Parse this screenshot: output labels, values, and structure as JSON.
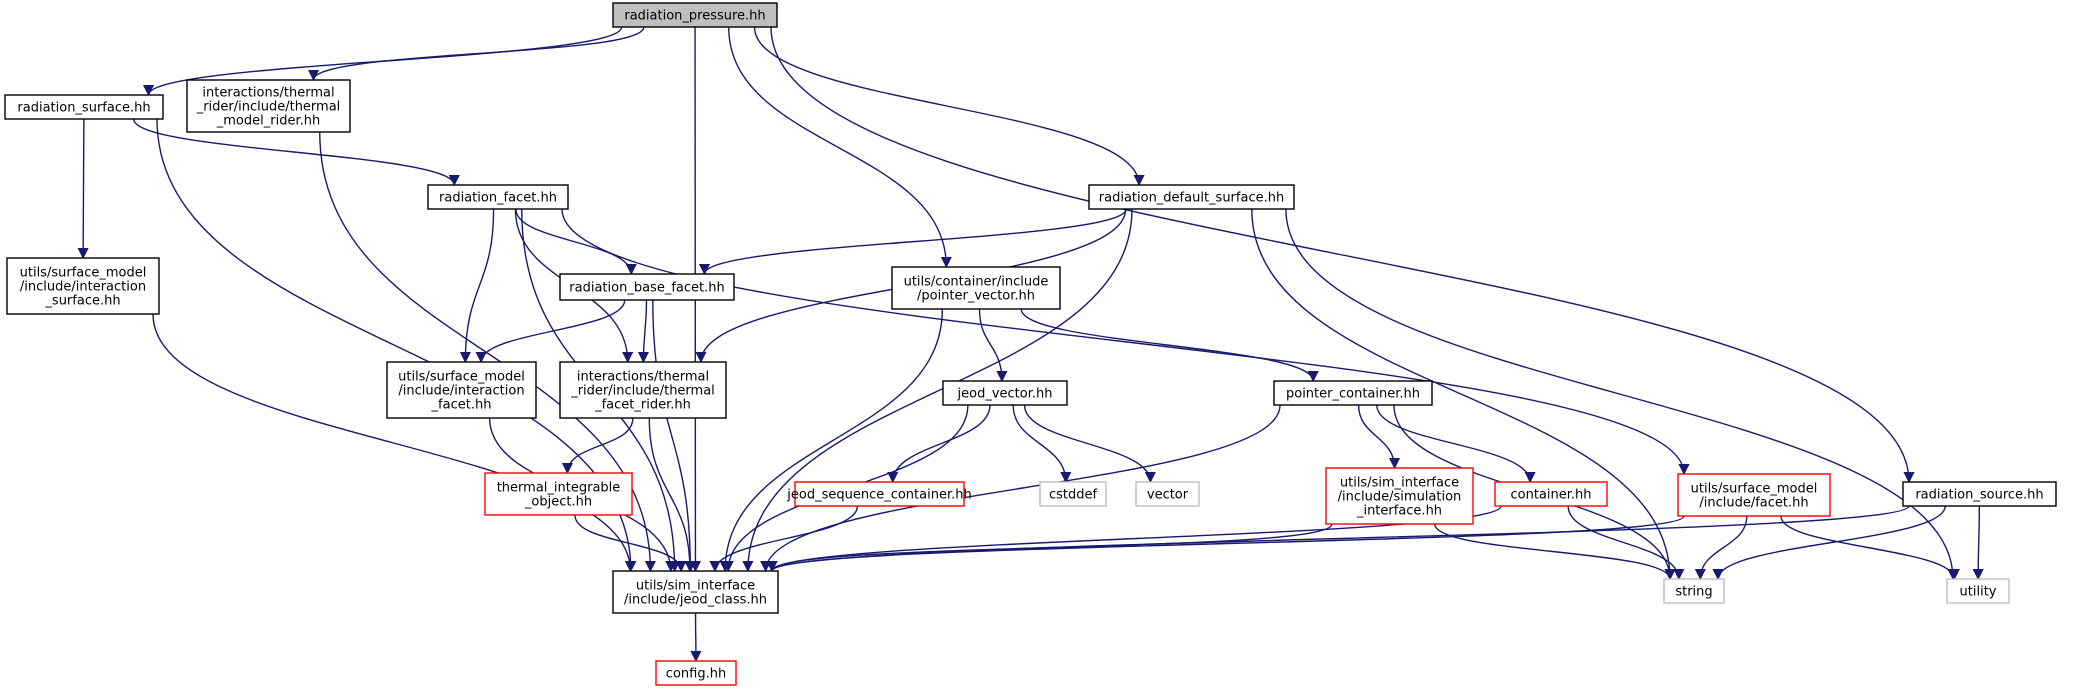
{
  "graph": {
    "kind": "include-dependency-graph",
    "nodes": [
      {
        "id": "radiation_pressure",
        "label": [
          "radiation_pressure.hh"
        ],
        "style": "root"
      },
      {
        "id": "radiation_surface",
        "label": [
          "radiation_surface.hh"
        ],
        "style": "normal"
      },
      {
        "id": "thermal_model_rider",
        "label": [
          "interactions/thermal",
          "_rider/include/thermal",
          "_model_rider.hh"
        ],
        "style": "normal"
      },
      {
        "id": "radiation_facet",
        "label": [
          "radiation_facet.hh"
        ],
        "style": "normal"
      },
      {
        "id": "radiation_default_surface",
        "label": [
          "radiation_default_surface.hh"
        ],
        "style": "normal"
      },
      {
        "id": "interaction_surface",
        "label": [
          "utils/surface_model",
          "/include/interaction",
          "_surface.hh"
        ],
        "style": "normal"
      },
      {
        "id": "radiation_base_facet",
        "label": [
          "radiation_base_facet.hh"
        ],
        "style": "normal"
      },
      {
        "id": "pointer_vector",
        "label": [
          "utils/container/include",
          "/pointer_vector.hh"
        ],
        "style": "normal"
      },
      {
        "id": "interaction_facet",
        "label": [
          "utils/surface_model",
          "/include/interaction",
          "_facet.hh"
        ],
        "style": "normal"
      },
      {
        "id": "thermal_facet_rider",
        "label": [
          "interactions/thermal",
          "_rider/include/thermal",
          "_facet_rider.hh"
        ],
        "style": "normal"
      },
      {
        "id": "jeod_vector",
        "label": [
          "jeod_vector.hh"
        ],
        "style": "normal"
      },
      {
        "id": "pointer_container",
        "label": [
          "pointer_container.hh"
        ],
        "style": "normal"
      },
      {
        "id": "thermal_integrable_object",
        "label": [
          "thermal_integrable",
          "_object.hh"
        ],
        "style": "red"
      },
      {
        "id": "jeod_sequence_container",
        "label": [
          "jeod_sequence_container.hh"
        ],
        "style": "red"
      },
      {
        "id": "cstddef",
        "label": [
          "cstddef"
        ],
        "style": "gray"
      },
      {
        "id": "vector",
        "label": [
          "vector"
        ],
        "style": "gray"
      },
      {
        "id": "simulation_interface",
        "label": [
          "utils/sim_interface",
          "/include/simulation",
          "_interface.hh"
        ],
        "style": "red"
      },
      {
        "id": "container",
        "label": [
          "container.hh"
        ],
        "style": "red"
      },
      {
        "id": "facet",
        "label": [
          "utils/surface_model",
          "/include/facet.hh"
        ],
        "style": "red"
      },
      {
        "id": "radiation_source",
        "label": [
          "radiation_source.hh"
        ],
        "style": "normal"
      },
      {
        "id": "jeod_class",
        "label": [
          "utils/sim_interface",
          "/include/jeod_class.hh"
        ],
        "style": "normal"
      },
      {
        "id": "string",
        "label": [
          "string"
        ],
        "style": "gray"
      },
      {
        "id": "utility",
        "label": [
          "utility"
        ],
        "style": "gray"
      },
      {
        "id": "config",
        "label": [
          "config.hh"
        ],
        "style": "red"
      }
    ],
    "edges": [
      [
        "radiation_pressure",
        "radiation_surface"
      ],
      [
        "radiation_pressure",
        "thermal_model_rider"
      ],
      [
        "radiation_pressure",
        "jeod_class"
      ],
      [
        "radiation_pressure",
        "pointer_vector"
      ],
      [
        "radiation_pressure",
        "radiation_default_surface"
      ],
      [
        "radiation_pressure",
        "radiation_source"
      ],
      [
        "radiation_surface",
        "interaction_surface"
      ],
      [
        "radiation_surface",
        "radiation_facet"
      ],
      [
        "radiation_surface",
        "jeod_class"
      ],
      [
        "thermal_model_rider",
        "jeod_class"
      ],
      [
        "interaction_surface",
        "jeod_class"
      ],
      [
        "radiation_facet",
        "radiation_base_facet"
      ],
      [
        "radiation_facet",
        "interaction_facet"
      ],
      [
        "radiation_facet",
        "thermal_facet_rider"
      ],
      [
        "radiation_facet",
        "jeod_class"
      ],
      [
        "radiation_facet",
        "facet"
      ],
      [
        "radiation_default_surface",
        "radiation_base_facet"
      ],
      [
        "radiation_default_surface",
        "thermal_facet_rider"
      ],
      [
        "radiation_default_surface",
        "jeod_class"
      ],
      [
        "radiation_default_surface",
        "string"
      ],
      [
        "radiation_default_surface",
        "utility"
      ],
      [
        "radiation_base_facet",
        "interaction_facet"
      ],
      [
        "radiation_base_facet",
        "thermal_facet_rider"
      ],
      [
        "radiation_base_facet",
        "jeod_class"
      ],
      [
        "interaction_facet",
        "jeod_class"
      ],
      [
        "thermal_facet_rider",
        "thermal_integrable_object"
      ],
      [
        "thermal_facet_rider",
        "jeod_class"
      ],
      [
        "thermal_integrable_object",
        "jeod_class"
      ],
      [
        "pointer_vector",
        "jeod_vector"
      ],
      [
        "pointer_vector",
        "pointer_container"
      ],
      [
        "pointer_vector",
        "jeod_class"
      ],
      [
        "jeod_vector",
        "jeod_sequence_container"
      ],
      [
        "jeod_vector",
        "cstddef"
      ],
      [
        "jeod_vector",
        "vector"
      ],
      [
        "jeod_vector",
        "jeod_class"
      ],
      [
        "jeod_sequence_container",
        "jeod_class"
      ],
      [
        "pointer_container",
        "simulation_interface"
      ],
      [
        "pointer_container",
        "container"
      ],
      [
        "pointer_container",
        "string"
      ],
      [
        "pointer_container",
        "jeod_class"
      ],
      [
        "simulation_interface",
        "jeod_class"
      ],
      [
        "simulation_interface",
        "string"
      ],
      [
        "container",
        "jeod_class"
      ],
      [
        "container",
        "string"
      ],
      [
        "facet",
        "jeod_class"
      ],
      [
        "facet",
        "string"
      ],
      [
        "facet",
        "utility"
      ],
      [
        "radiation_source",
        "jeod_class"
      ],
      [
        "radiation_source",
        "string"
      ],
      [
        "radiation_source",
        "utility"
      ],
      [
        "jeod_class",
        "config"
      ]
    ]
  },
  "colors": {
    "edge": "#191970",
    "root_fill": "#bfbfbf",
    "normal_border": "#000000",
    "red_border": "#ff0000",
    "gray_border": "#bfbfbf",
    "gray_text": "#666666"
  }
}
